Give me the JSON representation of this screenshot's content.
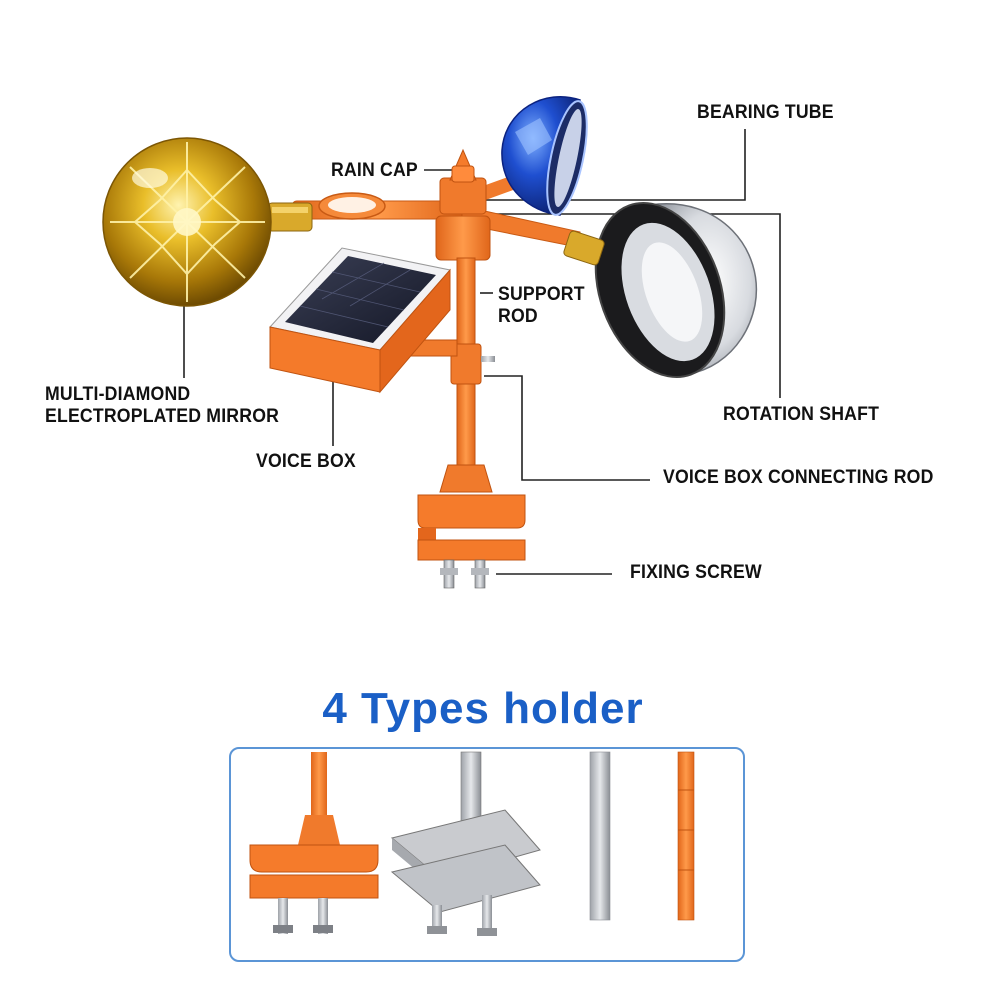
{
  "labels": {
    "bearing_tube": "BEARING TUBE",
    "rain_cap": "RAIN CAP",
    "support_rod": "SUPPORT\nROD",
    "multi_diamond_mirror": "MULTI-DIAMOND\nELECTROPLATED MIRROR",
    "rotation_shaft": "ROTATION SHAFT",
    "voice_box": "VOICE BOX",
    "voice_box_connecting_rod": "VOICE BOX CONNECTING ROD",
    "fixing_screw": "FIXING SCREW"
  },
  "holder_section": {
    "title": "4 Types holder"
  },
  "colors": {
    "accent_orange": "#f47a2a",
    "title_blue": "#1a5fc6",
    "box_border": "#5b95d6",
    "mirror_gold": "#d4a514",
    "mirror_blue": "#1f4fd0",
    "mirror_silver": "#c9ccd2"
  }
}
